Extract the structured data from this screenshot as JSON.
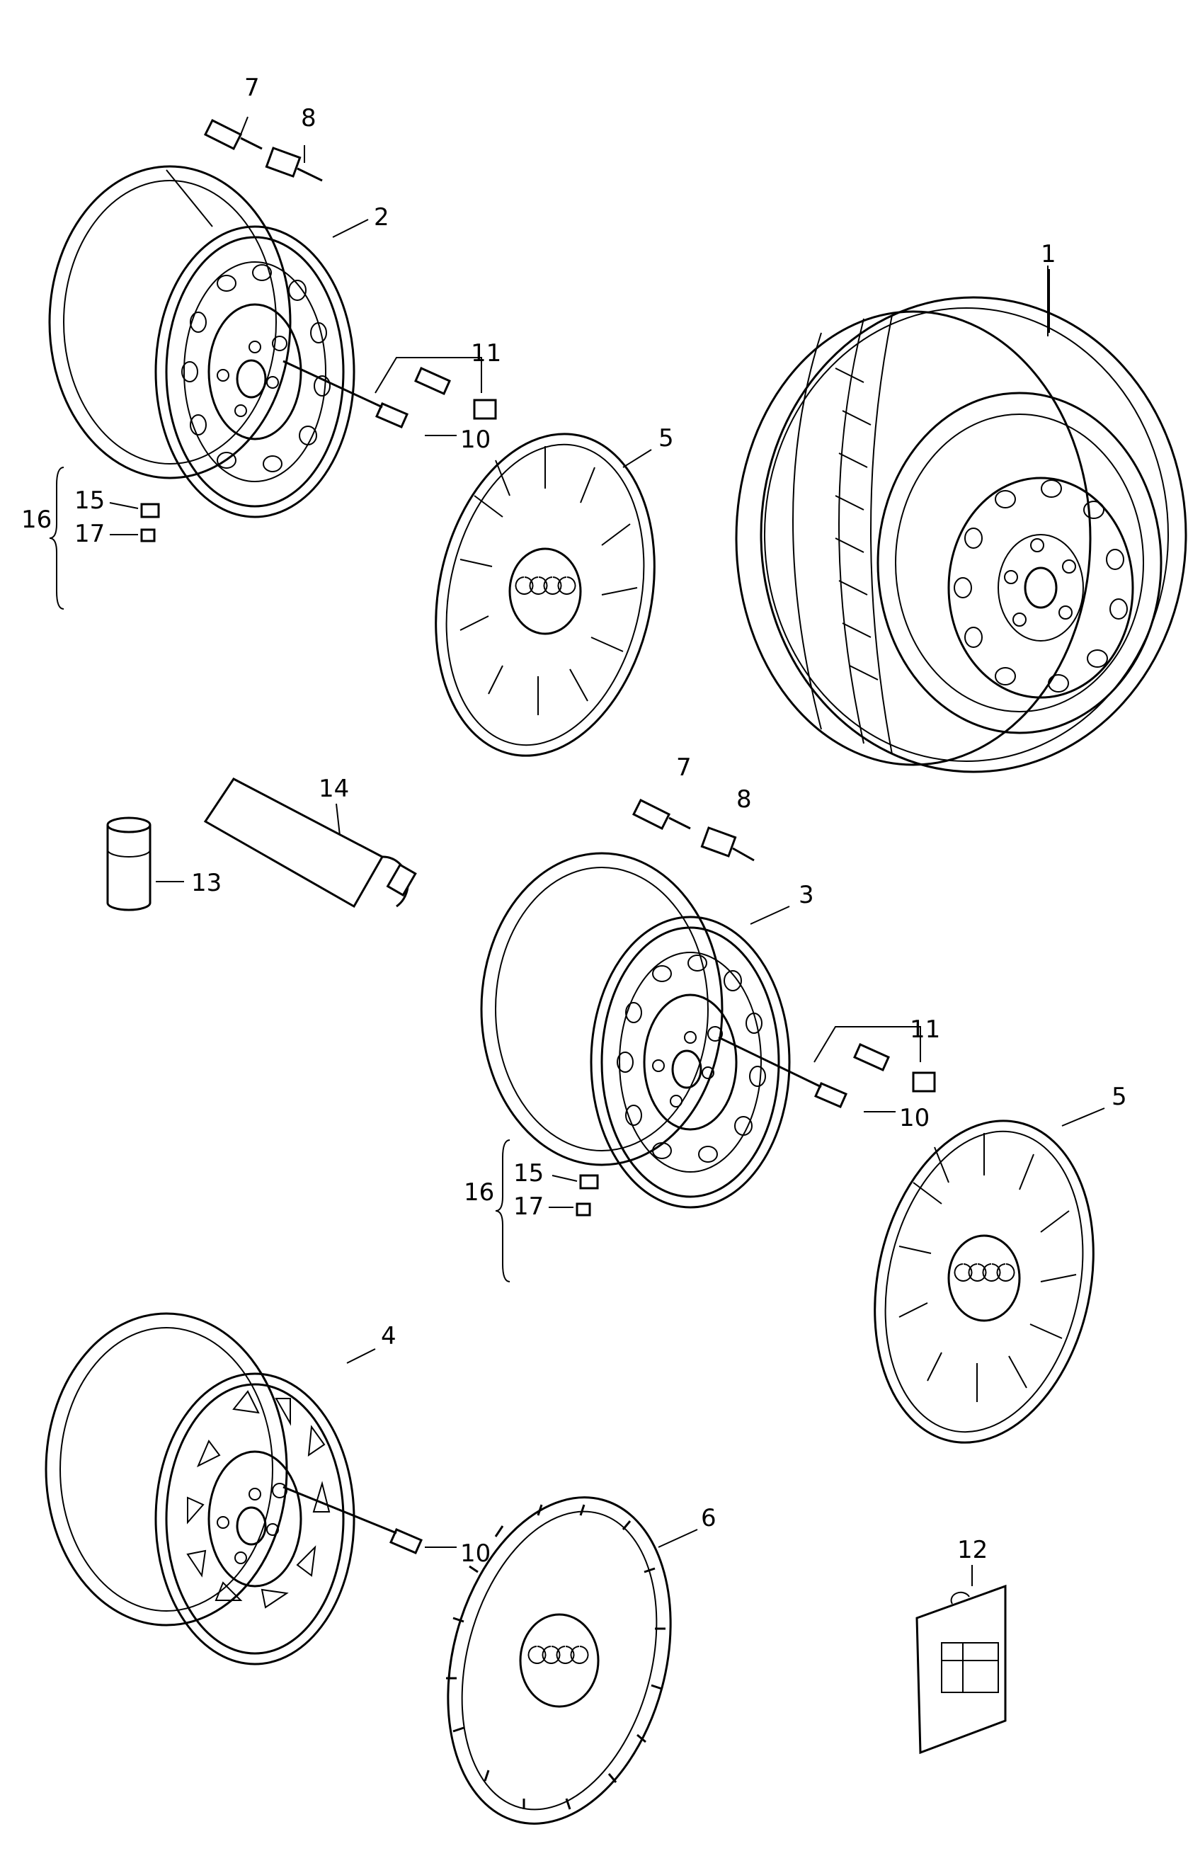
{
  "callouts": {
    "n1": "1",
    "n2": "2",
    "n3": "3",
    "n4": "4",
    "n5a": "5",
    "n5b": "5",
    "n6": "6",
    "n7a": "7",
    "n7b": "7",
    "n8a": "8",
    "n8b": "8",
    "n10a": "10",
    "n10b": "10",
    "n10c": "10",
    "n11a": "11",
    "n11b": "11",
    "n12": "12",
    "n13": "13",
    "n14": "14",
    "n15a": "15",
    "n15b": "15",
    "n16a": "16",
    "n16b": "16",
    "n17a": "17",
    "n17b": "17"
  }
}
